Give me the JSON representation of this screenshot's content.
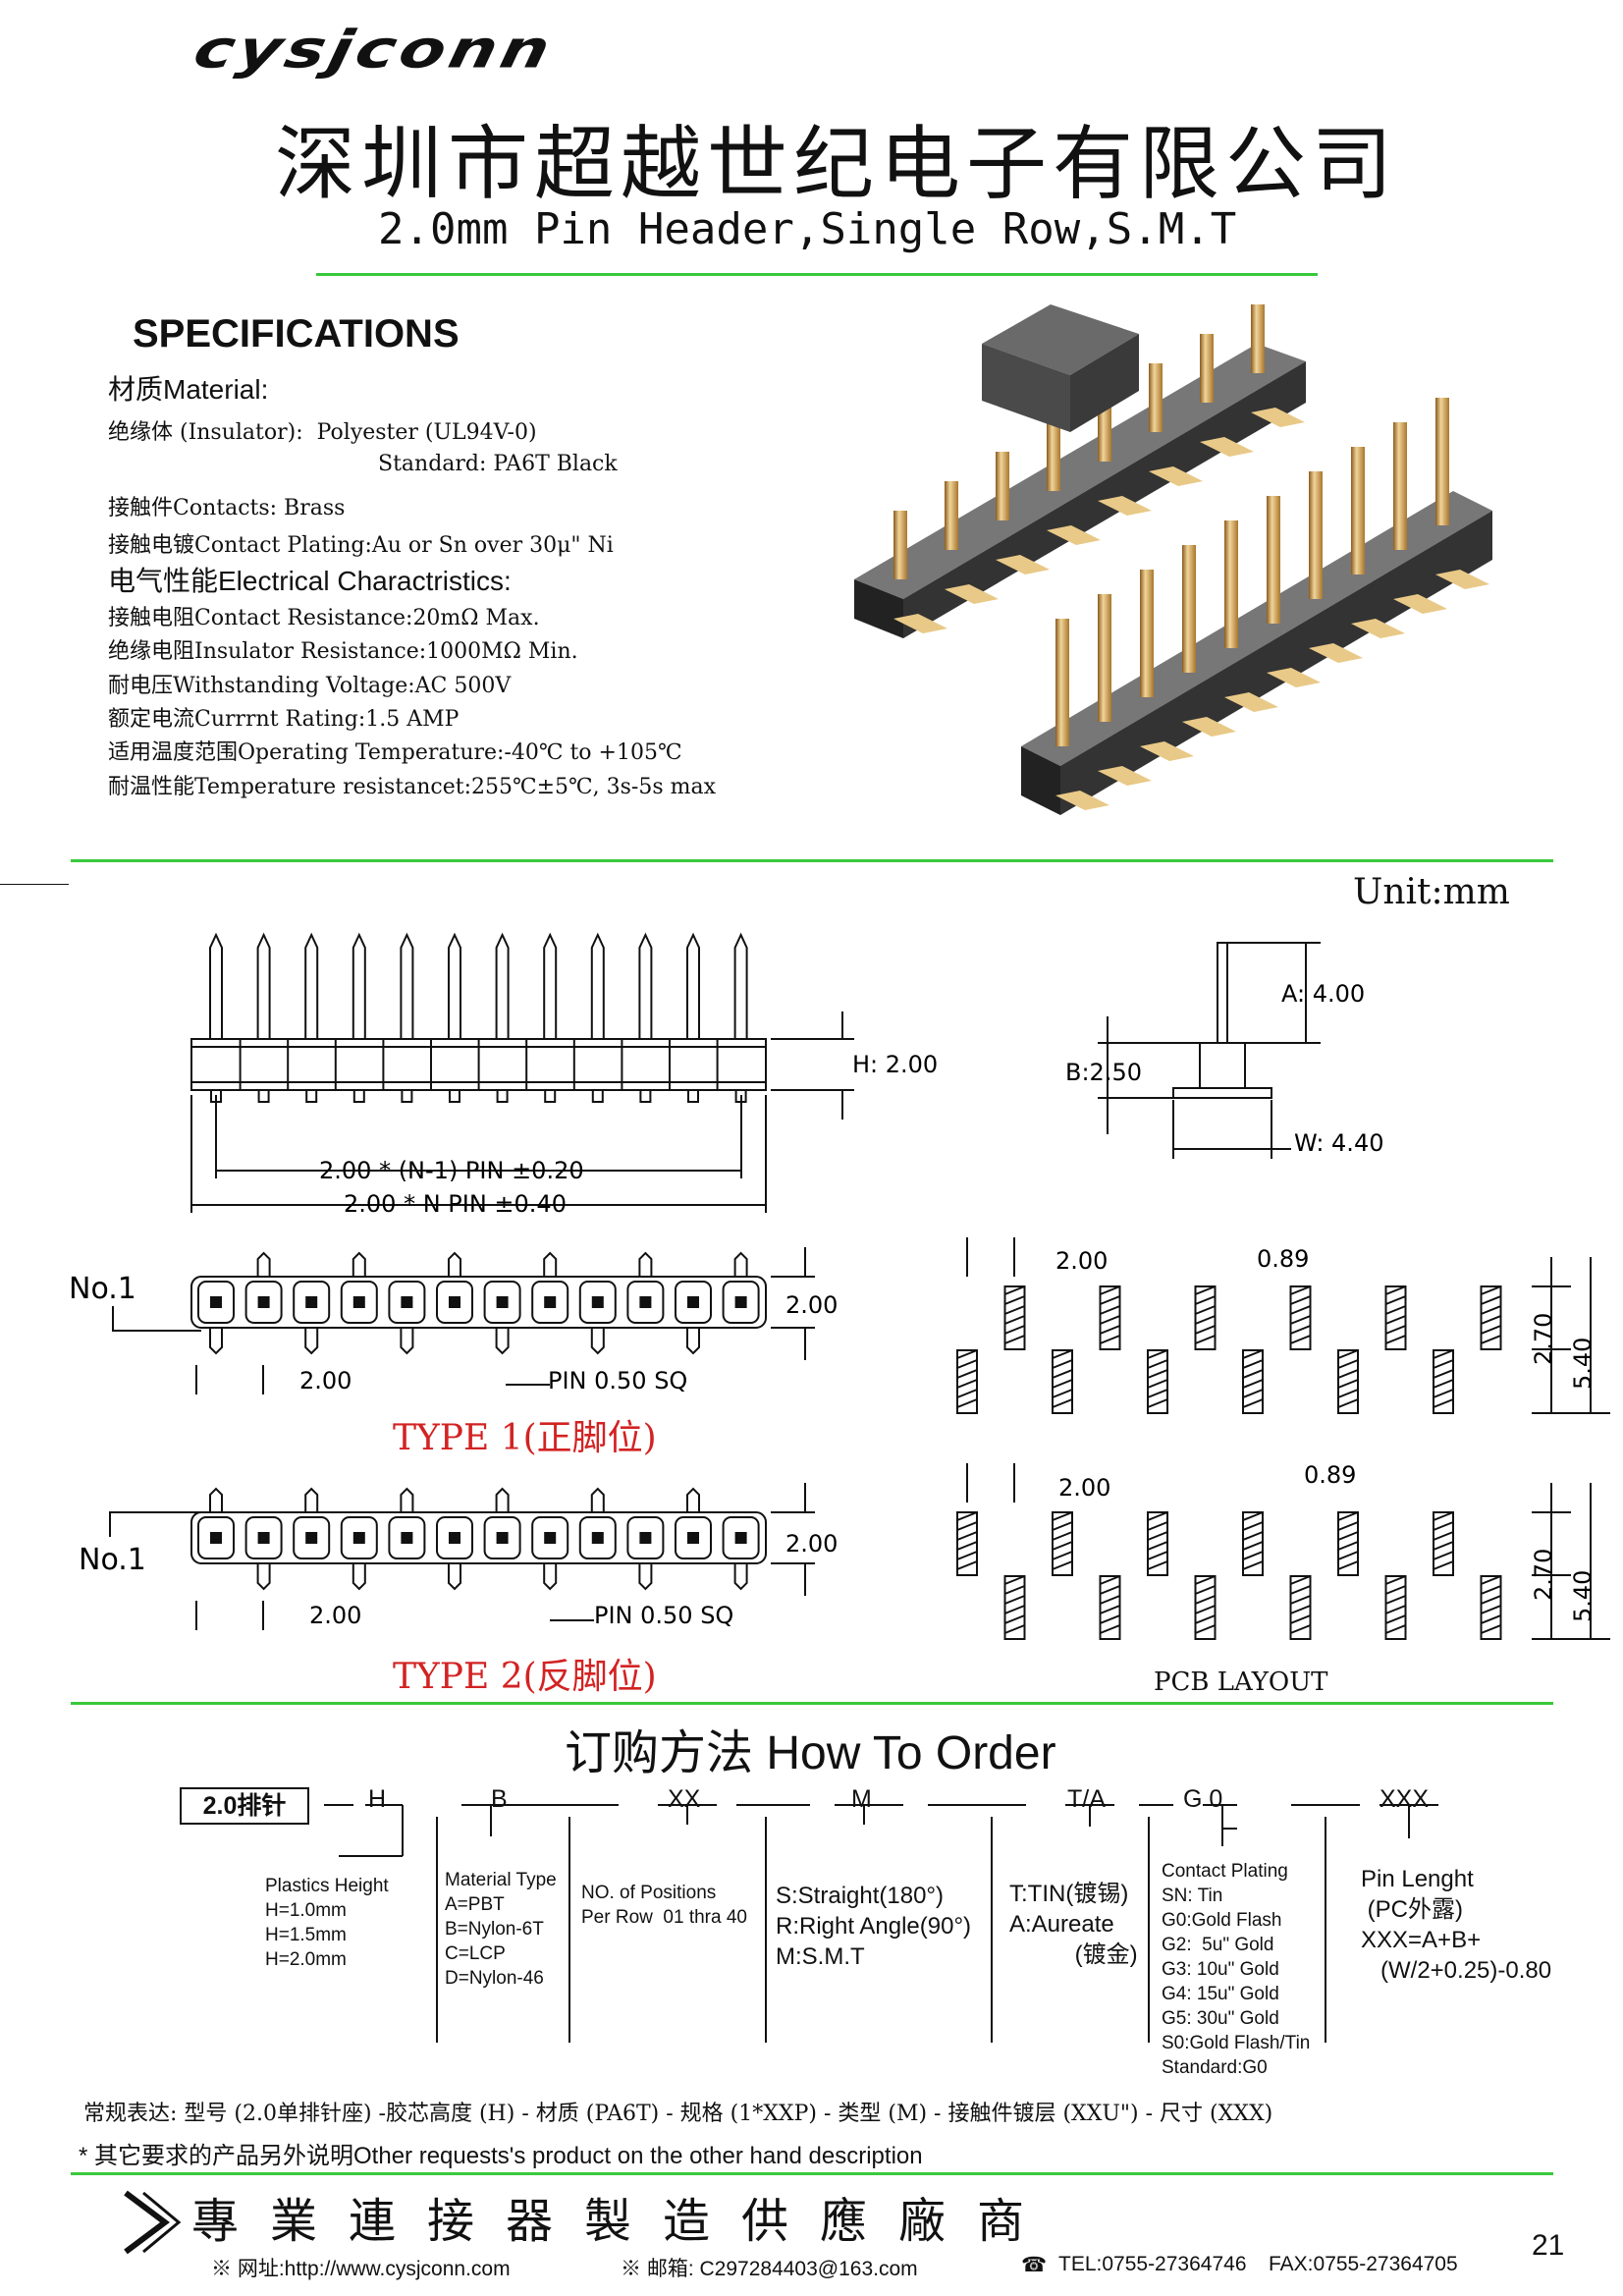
{
  "header": {
    "logo": "cysjconn",
    "company": "深圳市超越世纪电子有限公司",
    "subtitle": "2.0mm Pin Header,Single Row,S.M.T"
  },
  "specs": {
    "title": "SPECIFICATIONS",
    "material_head": "材质Material:",
    "insulator": "绝缘体 (Insulator):  Polyester (UL94V-0)",
    "standard": "Standard: PA6T Black",
    "contacts": "接触件Contacts: Brass",
    "plating": "接触电镀Contact Plating:Au or Sn over 30μ\" Ni",
    "electrical_head": "电气性能Electrical Charactristics:",
    "resistance": "接触电阻Contact Resistance:20mΩ Max.",
    "insulation": "绝缘电阻Insulator Resistance:1000MΩ Min.",
    "voltage": "耐电压Withstanding Voltage:AC 500V",
    "current": "额定电流Currrnt Rating:1.5 AMP",
    "temperature": "适用温度范围Operating Temperature:-40℃ to +105℃",
    "temp_resistance": "耐温性能Temperature resistancet:255℃±5℃, 3s-5s max"
  },
  "drawing": {
    "unit": "Unit:mm",
    "h": "H: 2.00",
    "pitch_total": "2.00 * (N-1) PIN ±0.20",
    "len_total": "2.00 * N PIN ±0.40",
    "a": "A: 4.00",
    "b": "B:2.50",
    "w": "W: 4.40",
    "no1": "No.1",
    "d200": "2.00",
    "pin_sq": "PIN 0.50 SQ",
    "type1": "TYPE 1(正脚位)",
    "type2": "TYPE 2(反脚位)",
    "pcb_pitch": "2.00",
    "pcb_pad": "0.89",
    "pcb_270": "2.70",
    "pcb_540": "5.40",
    "pcb_layout": "PCB LAYOUT"
  },
  "order": {
    "title": "订购方法  How To Order",
    "code_box": "2.0排针",
    "codes": [
      "H",
      "B",
      "XX",
      "M",
      "T/A",
      "G 0",
      "XXX"
    ],
    "height": "Plastics Height\nH=1.0mm\nH=1.5mm\nH=2.0mm",
    "material": "Material Type\nA=PBT\nB=Nylon-6T\nC=LCP\nD=Nylon-46",
    "positions": "NO. of Positions\nPer Row  01 thra 40",
    "type": "S:Straight(180°)\nR:Right Angle(90°)\nM:S.M.T",
    "tin": "T:TIN(镀锡)\nA:Aureate\n          (镀金)",
    "plating": "Contact Plating\nSN: Tin\nG0:Gold Flash\nG2:  5u\" Gold\nG3: 10u\" Gold\nG4: 15u\" Gold\nG5: 30u\" Gold\nS0:Gold Flash/Tin\nStandard:G0",
    "length": "Pin Lenght\n (PC外露)\nXXX=A+B+\n   (W/2+0.25)-0.80"
  },
  "notes": {
    "regular": "常规表达: 型号 (2.0单排针座) -胶芯高度 (H) - 材质 (PA6T) - 规格 (1*XXP) - 类型 (M) - 接触件镀层 (XXU\") - 尺寸 (XXX)",
    "other": "* 其它要求的产品另外说明Other requests's product on the other hand description"
  },
  "footer": {
    "slogan": "專業連接器製造供應廠商",
    "web": "※ 网址:http://www.cysjconn.com",
    "email": "※ 邮箱: C297284403@163.com",
    "tel": "TEL:0755-27364746",
    "fax": "FAX:0755-27364705",
    "page": "21"
  }
}
